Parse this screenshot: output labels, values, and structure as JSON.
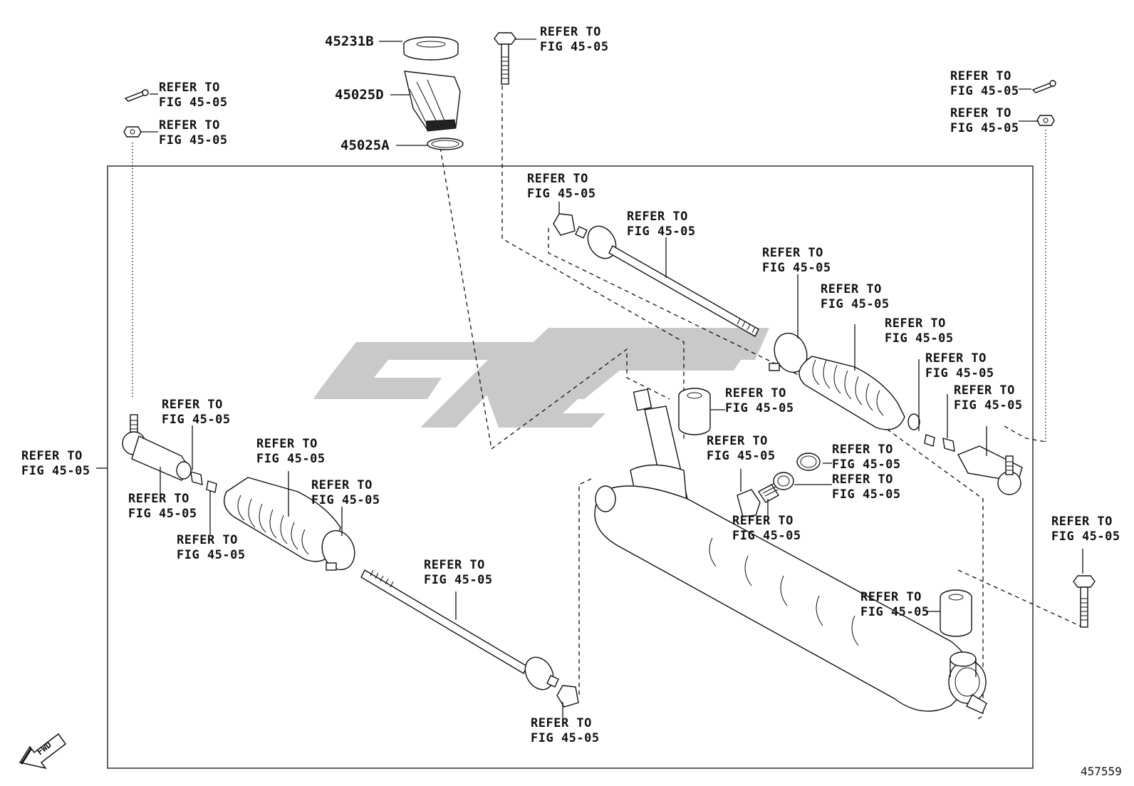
{
  "refer_label": [
    "REFER TO",
    "FIG 45-05"
  ],
  "part_numbers": {
    "ring": "45231B",
    "boot": "45025D",
    "oring": "45025A"
  },
  "diagram_id": "457559",
  "fwd_label": "FWD",
  "watermark_present": true
}
